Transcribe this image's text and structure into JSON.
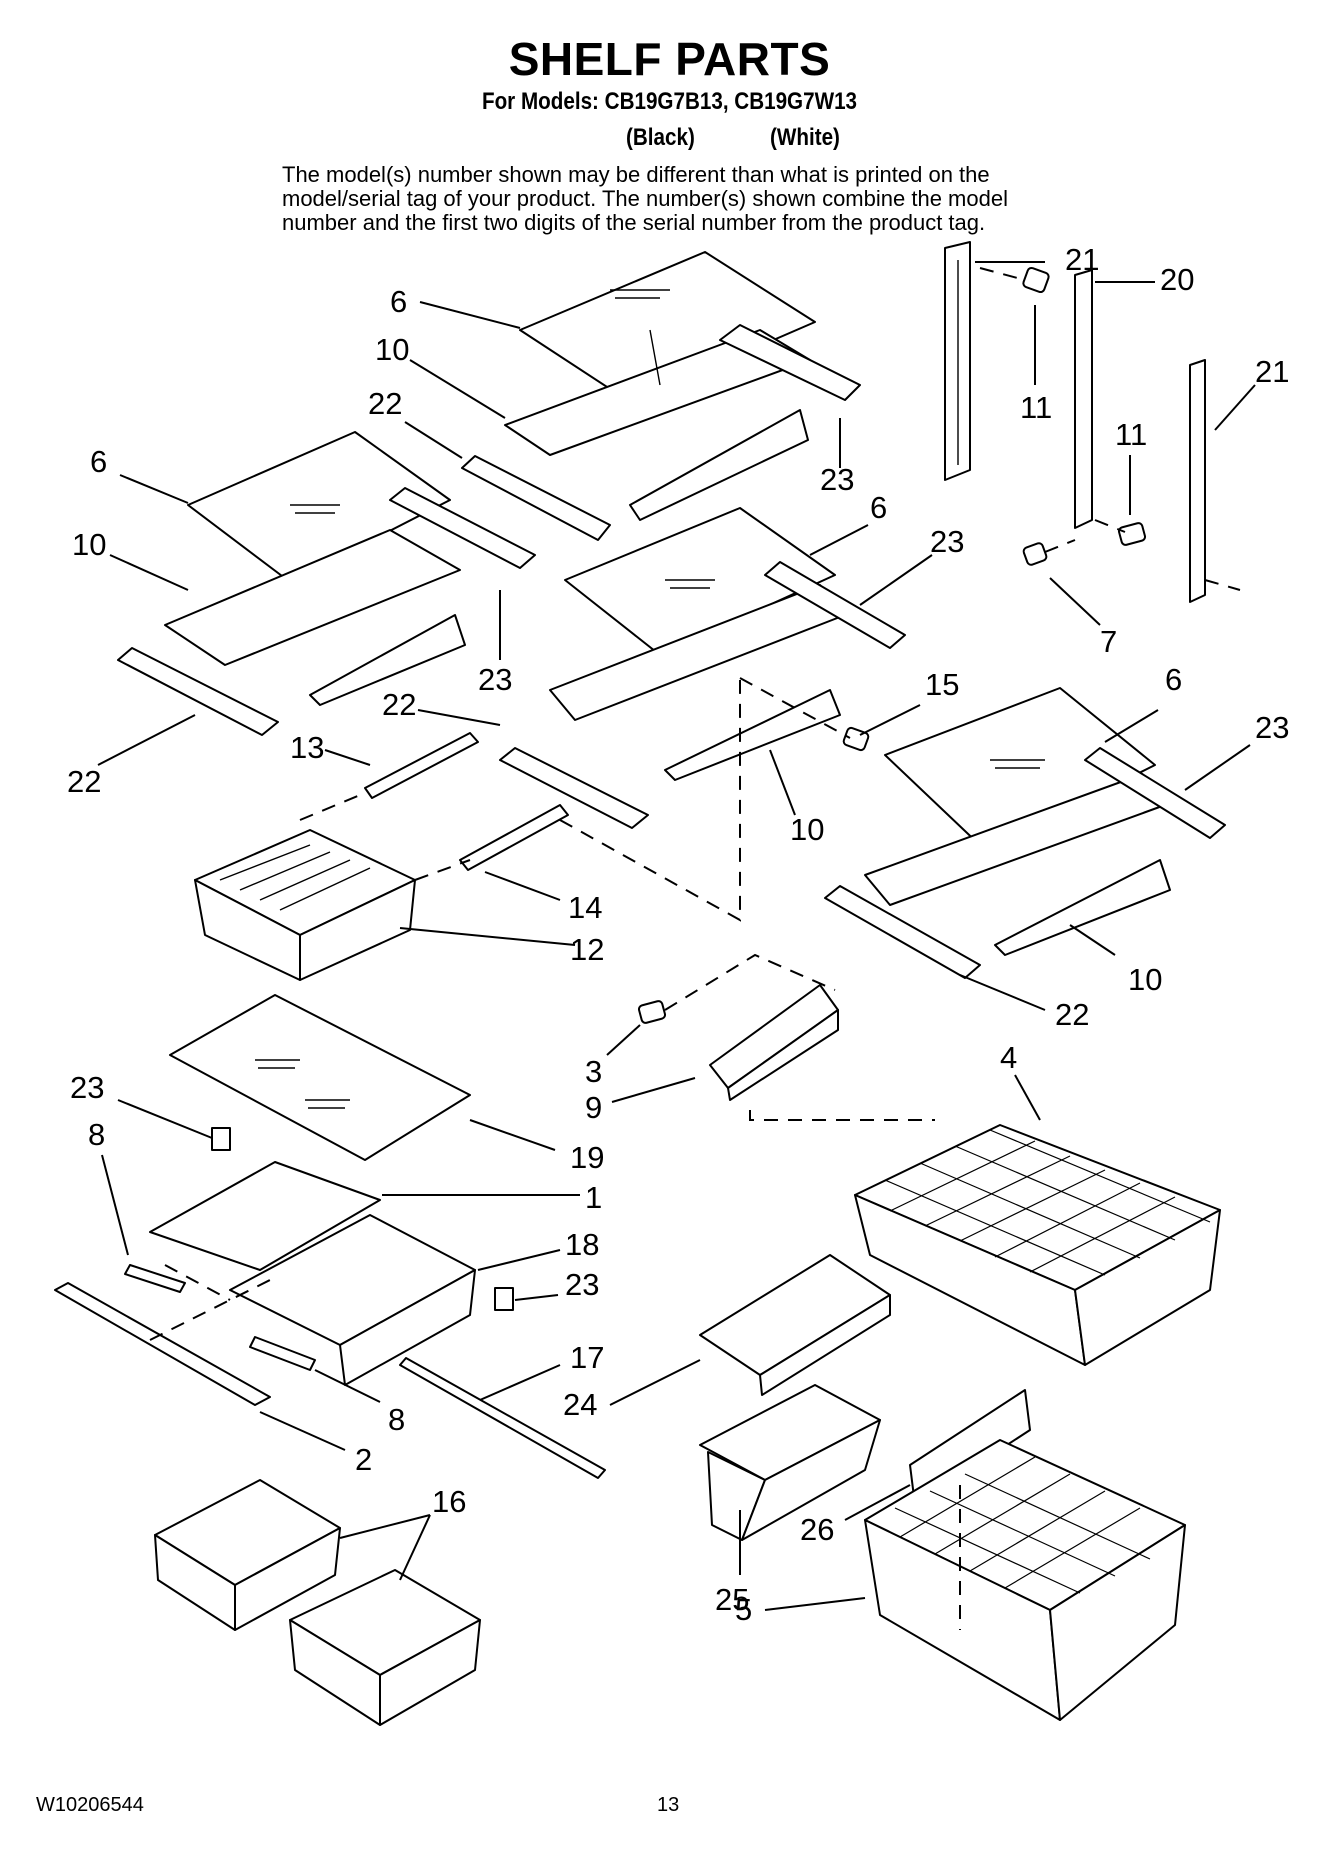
{
  "header": {
    "title": "SHELF PARTS",
    "models_line": "For Models: CB19G7B13, CB19G7W13",
    "color_black": "(Black)",
    "color_white": "(White)",
    "note": "The model(s) number shown may be different than what is printed on the model/serial tag of your product. The number(s) shown combine the model number and the first two digits of the serial number from the product tag."
  },
  "callouts": [
    {
      "id": "c6a",
      "text": "6"
    },
    {
      "id": "c10a",
      "text": "10"
    },
    {
      "id": "c22a",
      "text": "22"
    },
    {
      "id": "c23a",
      "text": "23"
    },
    {
      "id": "c6b",
      "text": "6"
    },
    {
      "id": "c10b",
      "text": "10"
    },
    {
      "id": "c23b",
      "text": "23"
    },
    {
      "id": "c22b",
      "text": "22"
    },
    {
      "id": "c13",
      "text": "13"
    },
    {
      "id": "c22c",
      "text": "22"
    },
    {
      "id": "c6c",
      "text": "6"
    },
    {
      "id": "c23c",
      "text": "23"
    },
    {
      "id": "c10c",
      "text": "10"
    },
    {
      "id": "c14",
      "text": "14"
    },
    {
      "id": "c12",
      "text": "12"
    },
    {
      "id": "c21a",
      "text": "21"
    },
    {
      "id": "c20",
      "text": "20"
    },
    {
      "id": "c21b",
      "text": "21"
    },
    {
      "id": "c11a",
      "text": "11"
    },
    {
      "id": "c11b",
      "text": "11"
    },
    {
      "id": "c7",
      "text": "7"
    },
    {
      "id": "c15",
      "text": "15"
    },
    {
      "id": "c6d",
      "text": "6"
    },
    {
      "id": "c23d",
      "text": "23"
    },
    {
      "id": "c10d",
      "text": "10"
    },
    {
      "id": "c22d",
      "text": "22"
    },
    {
      "id": "c3",
      "text": "3"
    },
    {
      "id": "c9",
      "text": "9"
    },
    {
      "id": "c4",
      "text": "4"
    },
    {
      "id": "c23e",
      "text": "23"
    },
    {
      "id": "c19",
      "text": "19"
    },
    {
      "id": "c8a",
      "text": "8"
    },
    {
      "id": "c1",
      "text": "1"
    },
    {
      "id": "c18",
      "text": "18"
    },
    {
      "id": "c23f",
      "text": "23"
    },
    {
      "id": "c17",
      "text": "17"
    },
    {
      "id": "c8b",
      "text": "8"
    },
    {
      "id": "c2",
      "text": "2"
    },
    {
      "id": "c24",
      "text": "24"
    },
    {
      "id": "c26",
      "text": "26"
    },
    {
      "id": "c25",
      "text": "25"
    },
    {
      "id": "c5",
      "text": "5"
    },
    {
      "id": "c16",
      "text": "16"
    }
  ],
  "footer": {
    "doc_number": "W10206544",
    "page_number": "13"
  }
}
